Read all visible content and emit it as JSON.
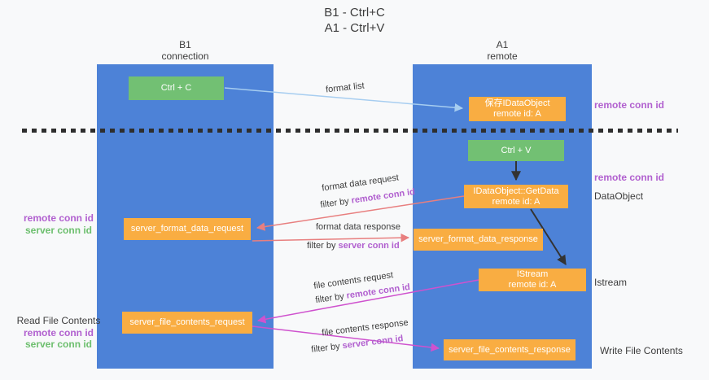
{
  "title": {
    "line1": "B1 - Ctrl+C",
    "line2": "A1 - Ctrl+V"
  },
  "lifelines": {
    "b1": {
      "name": "B1",
      "role": "connection"
    },
    "a1": {
      "name": "A1",
      "role": "remote"
    }
  },
  "nodes": {
    "ctrl_c": {
      "label": "Ctrl + C"
    },
    "ctrl_v": {
      "label": "Ctrl + V"
    },
    "save_dataobject": {
      "line1": "保存IDataObject",
      "line2": "remote id: A"
    },
    "getdata": {
      "line1": "IDataObject::GetData",
      "line2": "remote id: A"
    },
    "istream": {
      "line1": "IStream",
      "line2": "remote id: A"
    },
    "server_format_data_request": {
      "label": "server_format_data_request"
    },
    "server_format_data_response": {
      "label": "server_format_data_response"
    },
    "server_file_contents_request": {
      "label": "server_file_contents_request"
    },
    "server_file_contents_response": {
      "label": "server_file_contents_response"
    }
  },
  "arrow_labels": {
    "format_list": "format list",
    "format_data_request": "format data request",
    "format_data_response": "format data response",
    "file_contents_request": "file contents request",
    "file_contents_response": "file contents response",
    "filter_by": "filter by ",
    "remote_conn_id": "remote conn id",
    "server_conn_id": "server conn id"
  },
  "side_labels": {
    "right": {
      "remote_conn_id_top": "remote conn id",
      "remote_conn_id_mid": "remote conn id",
      "dataobject": "DataObject",
      "istream": "Istream",
      "write_file_contents": "Write File Contents"
    },
    "left": {
      "remote_conn_id_top": "remote conn id",
      "server_conn_id_top": "server conn id",
      "read_file_contents": "Read File Contents",
      "remote_conn_id_bottom": "remote conn id",
      "server_conn_id_bottom": "server conn id"
    }
  },
  "colors": {
    "lifeline_blue": "#4d82d7",
    "action_green": "#72c073",
    "message_orange": "#f9ad42",
    "arrow_light_blue": "#a6cdf0",
    "arrow_red": "#e87f7f",
    "arrow_magenta": "#cf52ce",
    "arrow_black": "#333333",
    "remote_conn_id_purple": "#b160cf",
    "server_conn_id_green": "#6dbf6e",
    "background": "#f8f9fa",
    "text_dark": "#3c3c3c"
  }
}
